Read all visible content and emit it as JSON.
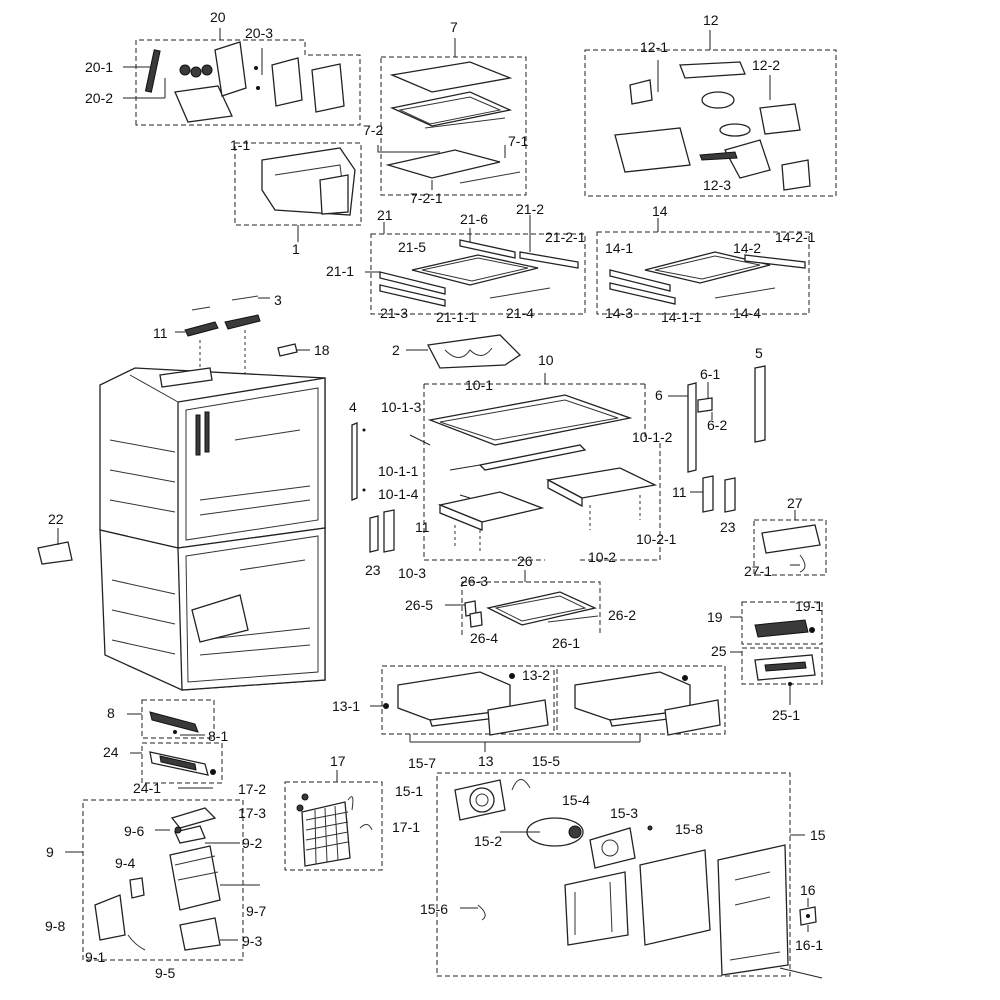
{
  "labels": {
    "l20": "20",
    "l20_1": "20-1",
    "l20_2": "20-2",
    "l20_3": "20-3",
    "l7": "7",
    "l7_1": "7-1",
    "l7_2": "7-2",
    "l7_2_1": "7-2-1",
    "l12": "12",
    "l12_1": "12-1",
    "l12_2": "12-2",
    "l12_3": "12-3",
    "l1": "1",
    "l1_1": "1-1",
    "l21": "21",
    "l21_1": "21-1",
    "l21_2": "21-2",
    "l21_2_1": "21-2-1",
    "l21_3": "21-3",
    "l21_4": "21-4",
    "l21_5": "21-5",
    "l21_6": "21-6",
    "l21_1_1": "21-1-1",
    "l14": "14",
    "l14_1": "14-1",
    "l14_2": "14-2",
    "l14_2_1": "14-2-1",
    "l14_3": "14-3",
    "l14_4": "14-4",
    "l14_1_1": "14-1-1",
    "l3": "3",
    "l11a": "11",
    "l18": "18",
    "l2": "2",
    "l10": "10",
    "l10_1": "10-1",
    "l10_1_1": "10-1-1",
    "l10_1_2": "10-1-2",
    "l10_1_3": "10-1-3",
    "l10_1_4": "10-1-4",
    "l10_2": "10-2",
    "l10_2_1": "10-2-1",
    "l10_3": "10-3",
    "l5": "5",
    "l6": "6",
    "l6_1": "6-1",
    "l6_2": "6-2",
    "l4": "4",
    "l11b": "11",
    "l11c": "11",
    "l23a": "23",
    "l23b": "23",
    "l22": "22",
    "l26": "26",
    "l26_1": "26-1",
    "l26_2": "26-2",
    "l26_3": "26-3",
    "l26_4": "26-4",
    "l26_5": "26-5",
    "l27": "27",
    "l27_1": "27-1",
    "l19": "19",
    "l19_1": "19-1",
    "l25": "25",
    "l25_1": "25-1",
    "l13": "13",
    "l13_1": "13-1",
    "l13_2": "13-2",
    "l8": "8",
    "l8_1": "8-1",
    "l24": "24",
    "l24_1": "24-1",
    "l17": "17",
    "l17_1": "17-1",
    "l17_2": "17-2",
    "l17_3": "17-3",
    "l9": "9",
    "l9_1": "9-1",
    "l9_2": "9-2",
    "l9_3": "9-3",
    "l9_4": "9-4",
    "l9_5": "9-5",
    "l9_6": "9-6",
    "l9_7": "9-7",
    "l9_8": "9-8",
    "l15": "15",
    "l15_1": "15-1",
    "l15_2": "15-2",
    "l15_3": "15-3",
    "l15_4": "15-4",
    "l15_5": "15-5",
    "l15_6": "15-6",
    "l15_7": "15-7",
    "l15_8": "15-8",
    "l16": "16",
    "l16_1": "16-1"
  },
  "colors": {
    "line": "#222222",
    "fill_dark": "#3a3a3a",
    "background": "#ffffff"
  }
}
